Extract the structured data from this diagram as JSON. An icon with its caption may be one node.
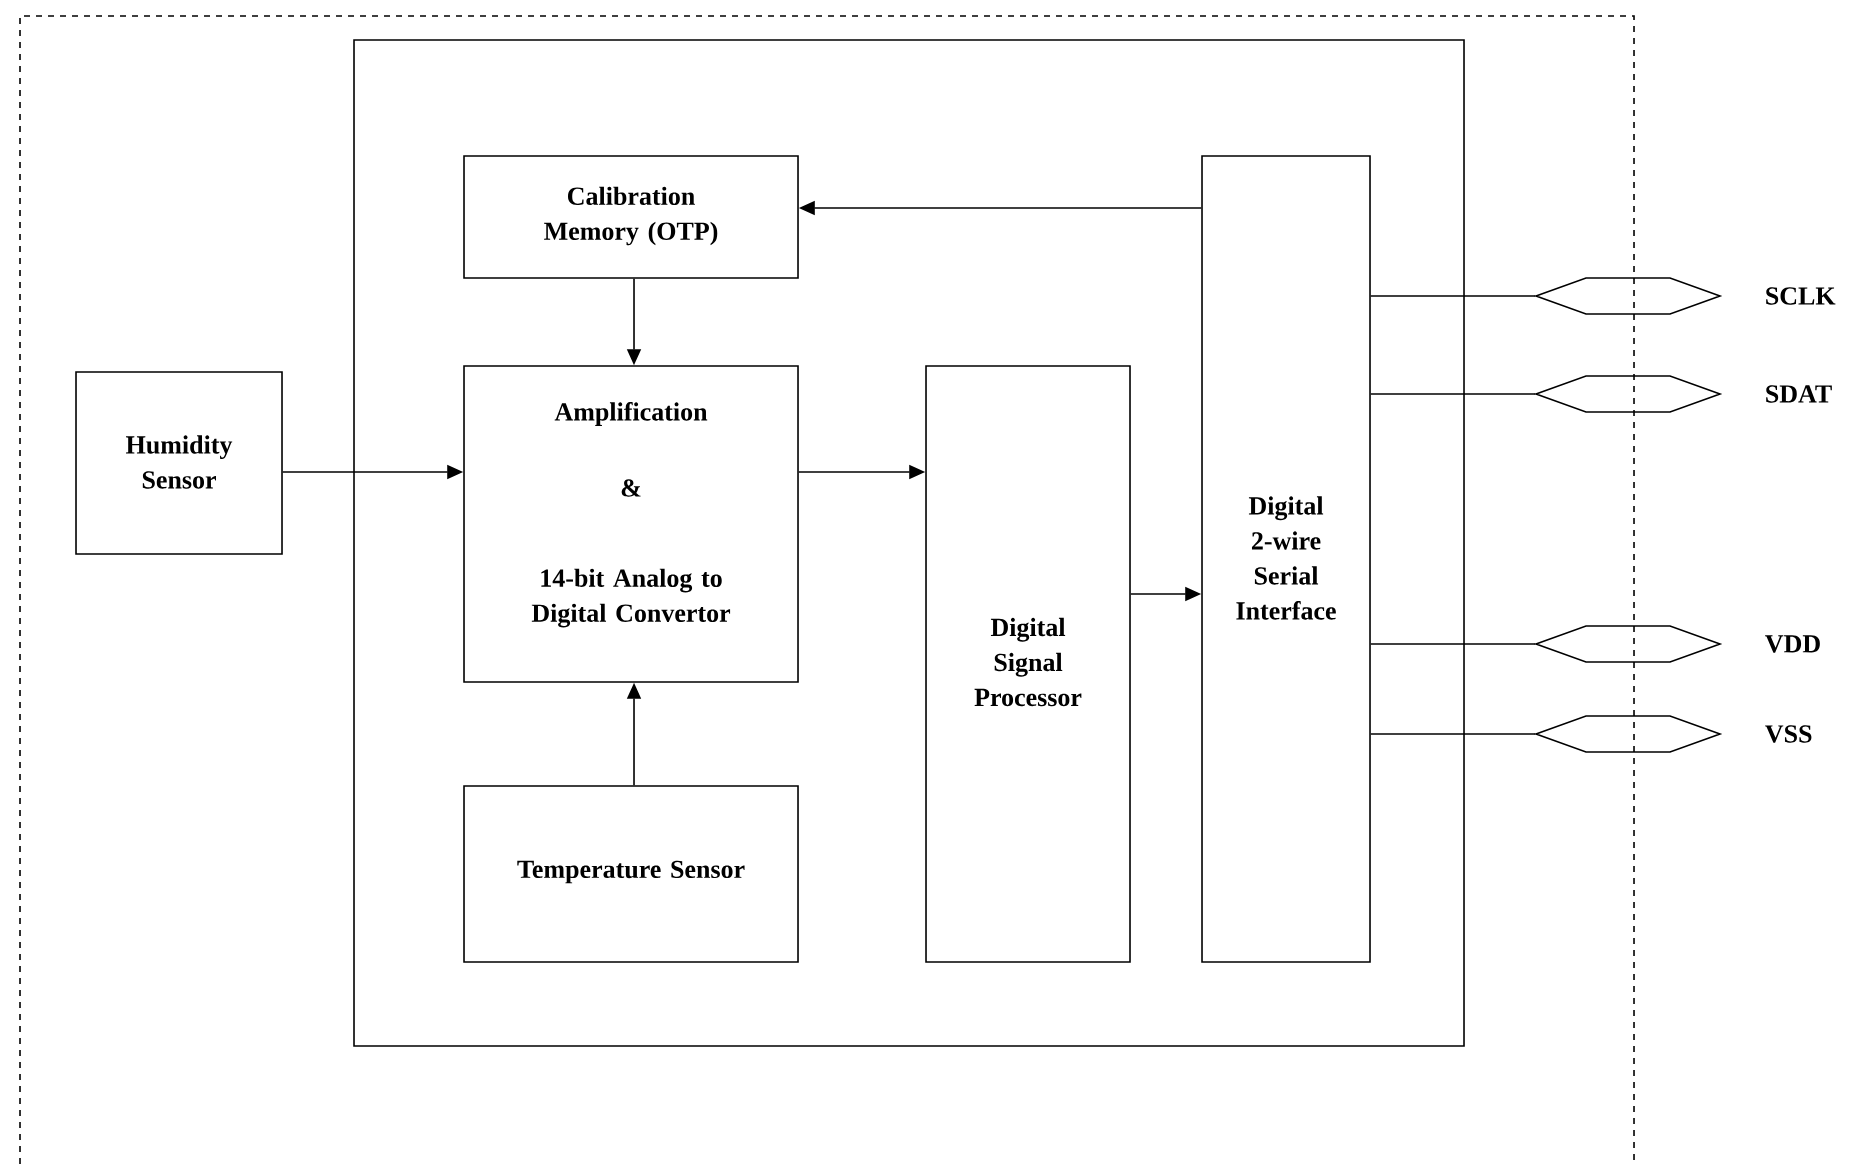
{
  "diagram": {
    "nodes": [
      {
        "text": [],
        "shape": "box"
      },
      {
        "text": [],
        "shape": "box",
        "in": 0
      },
      {
        "text": [
          "Calibration Memory (OTP)"
        ],
        "in": 1
      },
      {
        "text": [
          "Humidity Sensor"
        ],
        "in": 0
      },
      {
        "text": [
          "Amplification",
          "&",
          "14-bit Analog to Digital Convertor"
        ],
        "in": 1
      },
      {
        "text": [
          "Digital Signal Processor"
        ],
        "in": 1
      },
      {
        "text": [
          "Digital 2-wire Serial Interface"
        ],
        "in": 1
      },
      {
        "text": [
          "Temperature Sensor"
        ],
        "in": 1
      },
      {
        "text": [],
        "shape": "hexagon",
        "beside": [
          "SCLK"
        ]
      },
      {
        "text": [],
        "shape": "hexagon",
        "beside": [
          "SDAT"
        ]
      },
      {
        "text": [],
        "shape": "hexagon",
        "beside": [
          "VDD"
        ]
      },
      {
        "text": [],
        "shape": "hexagon",
        "beside": [
          "VSS"
        ]
      }
    ],
    "edges": [
      {
        "from": 6,
        "to": 2,
        "arrow": "to"
      },
      {
        "from": 2,
        "to": 4,
        "arrow": "to"
      },
      {
        "from": 3,
        "to": 4,
        "arrow": "to"
      },
      {
        "from": 4,
        "to": 5,
        "arrow": "to"
      },
      {
        "from": 5,
        "to": 6,
        "arrow": "to"
      },
      {
        "from": 7,
        "to": 4,
        "arrow": "to"
      },
      {
        "from": 6,
        "to": 8,
        "arrow": "none"
      },
      {
        "from": 6,
        "to": 9,
        "arrow": "none"
      },
      {
        "from": 6,
        "to": 10,
        "arrow": "none"
      },
      {
        "from": 6,
        "to": 11,
        "arrow": "none"
      }
    ]
  }
}
